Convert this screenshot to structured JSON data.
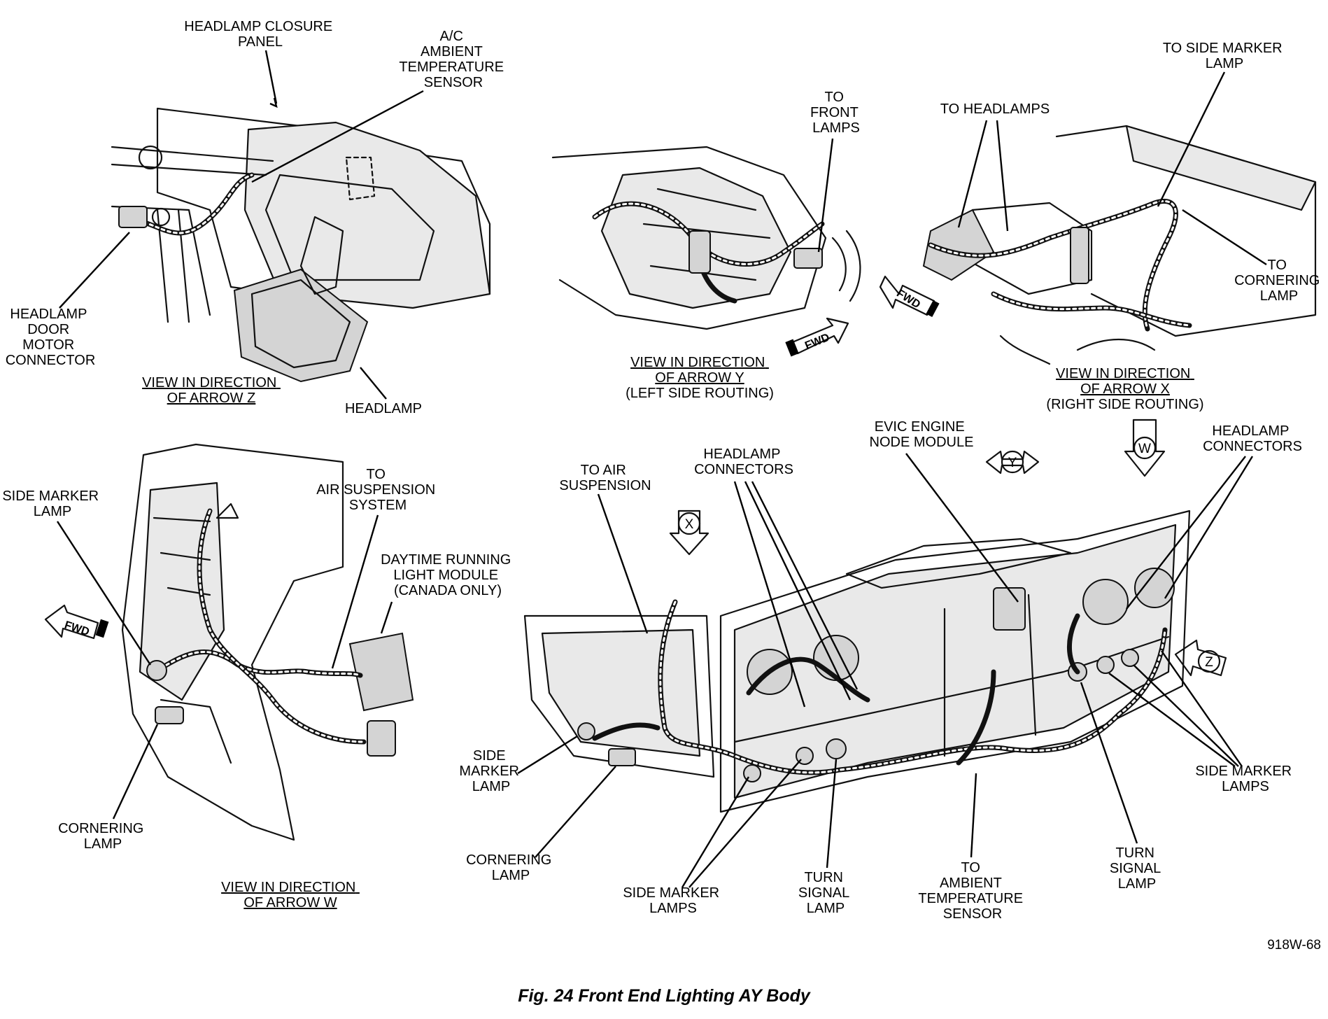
{
  "figure": {
    "caption": "Fig. 24 Front End Lighting AY Body",
    "id": "918W-68"
  },
  "views": {
    "z": {
      "title": [
        "VIEW IN DIRECTION",
        "OF ARROW Z"
      ],
      "labels": {
        "closure_panel": [
          "HEADLAMP CLOSURE",
          "PANEL"
        ],
        "ac_sensor": [
          "A/C",
          "AMBIENT",
          "TEMPERATURE",
          "SENSOR"
        ],
        "door_motor": [
          "HEADLAMP",
          "DOOR",
          "MOTOR",
          "CONNECTOR"
        ],
        "headlamp": [
          "HEADLAMP"
        ]
      }
    },
    "y": {
      "title": [
        "VIEW IN DIRECTION",
        "OF ARROW Y"
      ],
      "subtitle": "(LEFT SIDE ROUTING)",
      "labels": {
        "front_lamps": [
          "TO",
          "FRONT",
          "LAMPS"
        ]
      },
      "fwd": "FWD"
    },
    "x": {
      "title": [
        "VIEW IN DIRECTION",
        "OF ARROW X"
      ],
      "subtitle": "(RIGHT SIDE ROUTING)",
      "labels": {
        "side_marker": [
          "TO SIDE MARKER",
          "LAMP"
        ],
        "headlamps": [
          "TO HEADLAMPS"
        ],
        "cornering": [
          "TO",
          "CORNERING",
          "LAMP"
        ]
      },
      "fwd": "FWD"
    },
    "w": {
      "title": [
        "VIEW IN DIRECTION",
        "OF ARROW W"
      ],
      "labels": {
        "side_marker": [
          "SIDE MARKER",
          "LAMP"
        ],
        "air_susp": [
          "TO",
          "AIR SUSPENSION",
          "SYSTEM"
        ],
        "drl": [
          "DAYTIME RUNNING",
          "LIGHT MODULE",
          "(CANADA ONLY)"
        ],
        "cornering": [
          "CORNERING",
          "LAMP"
        ]
      },
      "fwd": "FWD"
    },
    "main": {
      "labels": {
        "air_susp": [
          "TO AIR",
          "SUSPENSION"
        ],
        "hl_conn_left": [
          "HEADLAMP",
          "CONNECTORS"
        ],
        "evic": [
          "EVIC ENGINE",
          "NODE MODULE"
        ],
        "hl_conn_right": [
          "HEADLAMP",
          "CONNECTORS"
        ],
        "side_marker": [
          "SIDE",
          "MARKER",
          "LAMP"
        ],
        "cornering": [
          "CORNERING",
          "LAMP"
        ],
        "side_markers_bottom": [
          "SIDE MARKER",
          "LAMPS"
        ],
        "turn_left": [
          "TURN",
          "SIGNAL",
          "LAMP"
        ],
        "ambient": [
          "TO",
          "AMBIENT",
          "TEMPERATURE",
          "SENSOR"
        ],
        "turn_right": [
          "TURN",
          "SIGNAL",
          "LAMP"
        ],
        "side_markers_right": [
          "SIDE MARKER",
          "LAMPS"
        ]
      },
      "arrows": {
        "x": "X",
        "y": "Y",
        "w": "W",
        "z": "Z"
      }
    }
  }
}
